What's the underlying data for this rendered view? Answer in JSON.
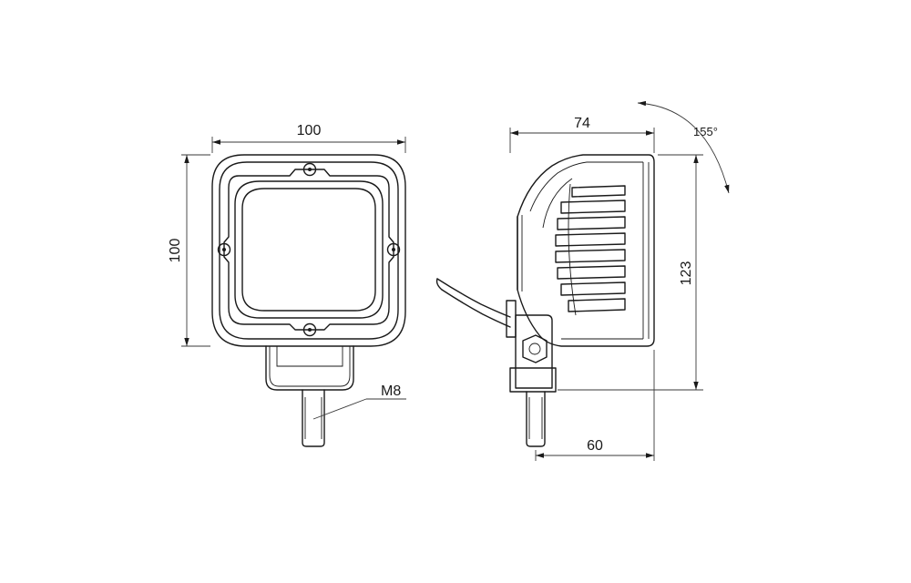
{
  "dimensions": {
    "front_width": "100",
    "front_height": "100",
    "side_depth": "74",
    "side_height": "123",
    "mount_depth": "60",
    "rotation_angle": "155°",
    "bolt_thread": "M8"
  }
}
